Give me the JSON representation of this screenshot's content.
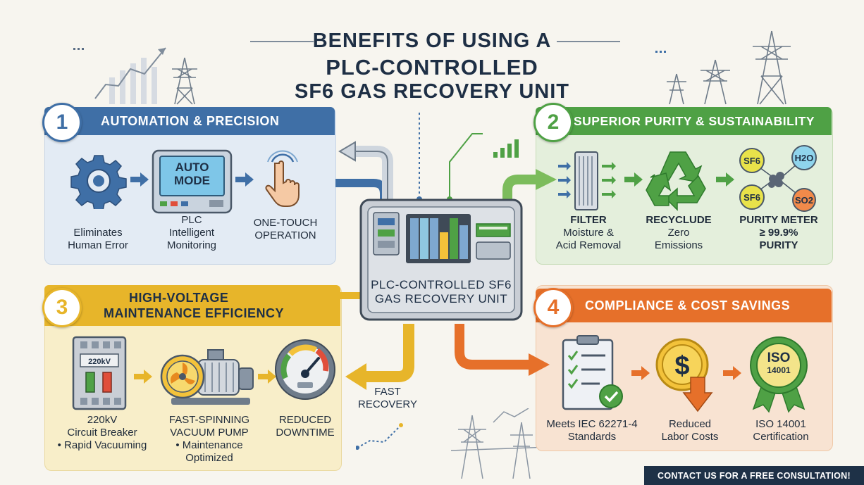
{
  "title": {
    "line1": "BENEFITS OF USING A",
    "line2": "PLC-CONTROLLED",
    "line3": "SF6 GAS RECOVERY UNIT"
  },
  "center_unit": {
    "line1": "PLC-CONTROLLED SF6",
    "line2": "GAS RECOVERY UNIT"
  },
  "fast_recovery": {
    "line1": "FAST",
    "line2": "RECOVERY"
  },
  "sections": [
    {
      "number": "1",
      "title": "AUTOMATION & PRECISION",
      "color": "#3f6fa6",
      "screen_text": {
        "line1": "AUTO",
        "line2": "MODE"
      },
      "items": [
        {
          "icon": "gear-icon",
          "line1": "Eliminates",
          "line2": "Human Error"
        },
        {
          "icon": "plc-screen-icon",
          "line1": "PLC",
          "line2": "Intelligent",
          "line3": "Monitoring"
        },
        {
          "icon": "touch-hand-icon",
          "line1": "ONE-TOUCH",
          "line2": "OPERATION"
        }
      ]
    },
    {
      "number": "2",
      "title": "SUPERIOR PURITY & SUSTAINABILITY",
      "color": "#4fa145",
      "items": [
        {
          "icon": "filter-icon",
          "line1": "FILTER",
          "line2": "Moisture &",
          "line3": "Acid Removal"
        },
        {
          "icon": "recycle-icon",
          "line1": "RECYCLUDE",
          "line2": "Zero",
          "line3": "Emissions"
        },
        {
          "icon": "molecule-icon",
          "line1": "PURITY METER",
          "line2": "≥ 99.9%",
          "line3": "PURITY"
        }
      ],
      "molecule_labels": {
        "sf6_a": "SF6",
        "h2o": "H2O",
        "sf6_b": "SF6",
        "so2": "SO2"
      }
    },
    {
      "number": "3",
      "title_line1": "HIGH-VOLTAGE",
      "title_line2": "MAINTENANCE EFFICIENCY",
      "color": "#e7b52a",
      "breaker_label": "220kV",
      "items": [
        {
          "icon": "circuit-breaker-icon",
          "line1": "220kV",
          "line2": "Circuit Breaker",
          "line3": "• Rapid Vacuuming"
        },
        {
          "icon": "vacuum-pump-icon",
          "line1": "FAST-SPINNING",
          "line2": "VACUUM PUMP",
          "line3": "• Maintenance",
          "line4": "Optimized"
        },
        {
          "icon": "gauge-icon",
          "line1": "REDUCED",
          "line2": "DOWNTIME"
        }
      ]
    },
    {
      "number": "4",
      "title": "COMPLIANCE & COST SAVINGS",
      "color": "#e6702a",
      "iso_badge": {
        "line1": "ISO",
        "line2": "14001"
      },
      "items": [
        {
          "icon": "checklist-icon",
          "line1": "Meets IEC 62271-4",
          "line2": "Standards"
        },
        {
          "icon": "dollar-coin-icon",
          "line1": "Reduced",
          "line2": "Labor Costs"
        },
        {
          "icon": "iso-badge-icon",
          "line1": "ISO 14001",
          "line2": "Certification"
        }
      ]
    }
  ],
  "cta": "CONTACT US FOR A FREE CONSULTATION!"
}
